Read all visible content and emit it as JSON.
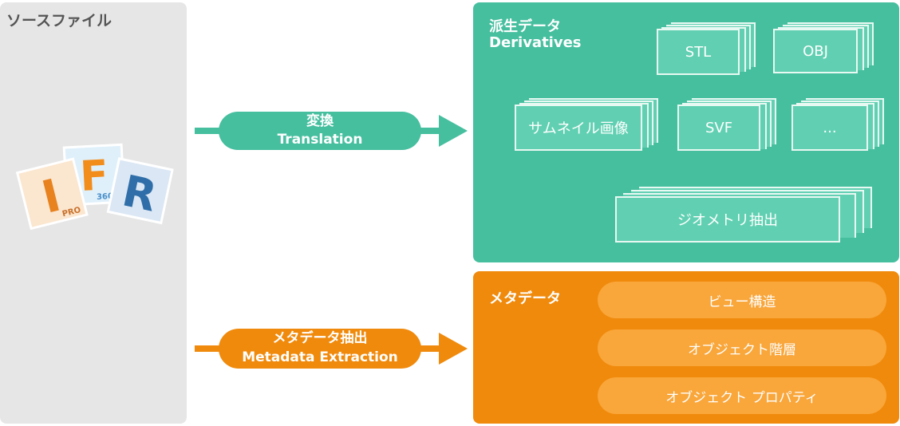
{
  "source": {
    "title": "ソースファイル"
  },
  "arrows": {
    "translation": {
      "jp": "変換",
      "en": "Translation"
    },
    "metadata": {
      "jp": "メタデータ抽出",
      "en": "Metadata Extraction"
    }
  },
  "derivatives": {
    "title_jp": "派生データ",
    "title_en": "Derivatives",
    "items": [
      "STL",
      "OBJ",
      "サムネイル画像",
      "SVF",
      "...",
      "ジオメトリ抽出"
    ]
  },
  "metadata": {
    "title": "メタデータ",
    "items": [
      "ビュー構造",
      "オブジェクト階層",
      "オブジェクト プロパティ"
    ]
  },
  "icons": {
    "inventor": "I",
    "inventor_badge": "PRO",
    "fusion": "F",
    "fusion_badge": "360",
    "revit": "R"
  },
  "colors": {
    "teal": "#46bf9f",
    "orange": "#f08a0c",
    "gray": "#e6e6e6"
  }
}
